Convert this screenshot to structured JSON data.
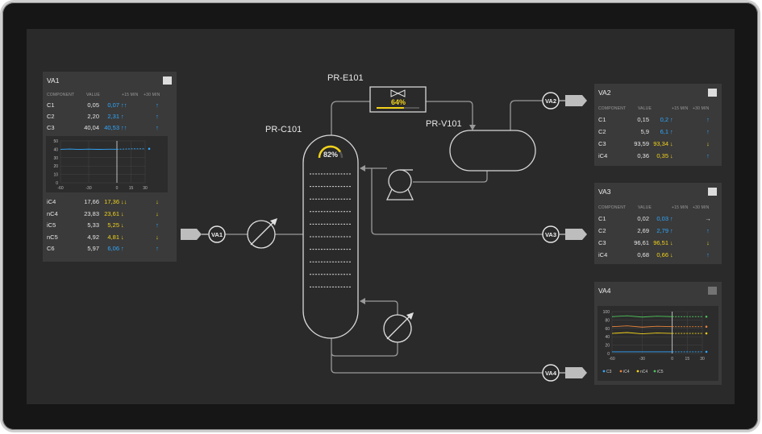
{
  "equipment": {
    "column": "PR-C101",
    "exchanger": "PR-E101",
    "vessel": "PR-V101",
    "column_level": "82%",
    "exchanger_level": "64%"
  },
  "analyzers": [
    "VA1",
    "VA2",
    "VA3",
    "VA4"
  ],
  "colors": {
    "blue": "#2fa8ff",
    "yellow": "#f2d21b",
    "green": "#4cc35a",
    "orange": "#e8823a"
  },
  "va1": {
    "title": "VA1",
    "headers": {
      "component": "COMPONENT",
      "value": "VALUE",
      "p15": "+15 MIN",
      "p30": "+30 MIN"
    },
    "rows_top": [
      {
        "name": "C1",
        "value": "0,05",
        "p15": "0,07",
        "a15": "↑↑",
        "a30": "↑",
        "c15": "blue",
        "c30": "blue"
      },
      {
        "name": "C2",
        "value": "2,20",
        "p15": "2,31",
        "a15": "↑",
        "a30": "↑",
        "c15": "blue",
        "c30": "blue"
      },
      {
        "name": "C3",
        "value": "40,04",
        "p15": "40,53",
        "a15": "↑↑",
        "a30": "↑",
        "c15": "blue",
        "c30": "blue"
      }
    ],
    "chart": {
      "yticks": [
        "50",
        "40",
        "30",
        "20",
        "10",
        "0"
      ],
      "xticks": [
        "-60",
        "-30",
        "0",
        "15",
        "30"
      ]
    },
    "rows_bottom": [
      {
        "name": "iC4",
        "value": "17,66",
        "p15": "17,36",
        "a15": "↓↓",
        "a30": "↓",
        "c15": "yellow",
        "c30": "yellow"
      },
      {
        "name": "nC4",
        "value": "23,83",
        "p15": "23,61",
        "a15": "↓",
        "a30": "↓",
        "c15": "yellow",
        "c30": "yellow"
      },
      {
        "name": "iC5",
        "value": "5,33",
        "p15": "5,25",
        "a15": "↓",
        "a30": "↑",
        "c15": "yellow",
        "c30": "blue"
      },
      {
        "name": "nC5",
        "value": "4,92",
        "p15": "4,81",
        "a15": "↓",
        "a30": "↓",
        "c15": "yellow",
        "c30": "yellow"
      },
      {
        "name": "C6",
        "value": "5,97",
        "p15": "6,06",
        "a15": "↑",
        "a30": "↑",
        "c15": "blue",
        "c30": "blue"
      }
    ]
  },
  "va2": {
    "title": "VA2",
    "headers": {
      "component": "COMPONENT",
      "value": "VALUE",
      "p15": "+15 MIN",
      "p30": "+30 MIN"
    },
    "rows": [
      {
        "name": "C1",
        "value": "0,15",
        "p15": "0,2",
        "a15": "↑",
        "a30": "↑",
        "c15": "blue",
        "c30": "blue"
      },
      {
        "name": "C2",
        "value": "5,9",
        "p15": "6,1",
        "a15": "↑",
        "a30": "↑",
        "c15": "blue",
        "c30": "blue"
      },
      {
        "name": "C3",
        "value": "93,59",
        "p15": "93,34",
        "a15": "↓",
        "a30": "↓",
        "c15": "yellow",
        "c30": "yellow"
      },
      {
        "name": "iC4",
        "value": "0,36",
        "p15": "0,35",
        "a15": "↓",
        "a30": "↑",
        "c15": "yellow",
        "c30": "blue"
      }
    ]
  },
  "va3": {
    "title": "VA3",
    "headers": {
      "component": "COMPONENT",
      "value": "VALUE",
      "p15": "+15 MIN",
      "p30": "+30 MIN"
    },
    "rows": [
      {
        "name": "C1",
        "value": "0,02",
        "p15": "0,03",
        "a15": "↑",
        "a30": "→",
        "c15": "blue",
        "c30": "white"
      },
      {
        "name": "C2",
        "value": "2,69",
        "p15": "2,79",
        "a15": "↑",
        "a30": "↑",
        "c15": "blue",
        "c30": "blue"
      },
      {
        "name": "C3",
        "value": "96,61",
        "p15": "96,51",
        "a15": "↓",
        "a30": "↓",
        "c15": "yellow",
        "c30": "yellow"
      },
      {
        "name": "iC4",
        "value": "0,68",
        "p15": "0,66",
        "a15": "↓",
        "a30": "↑",
        "c15": "yellow",
        "c30": "blue"
      }
    ]
  },
  "va4": {
    "title": "VA4",
    "chart": {
      "yticks": [
        "100",
        "80",
        "60",
        "40",
        "20",
        "0"
      ],
      "xticks": [
        "-60",
        "-30",
        "0",
        "15",
        "30"
      ],
      "legend": [
        "C3",
        "iC4",
        "nC4",
        "iC5"
      ]
    }
  },
  "chart_data": [
    {
      "type": "line",
      "title": "VA1",
      "x": [
        -60,
        -50,
        -40,
        -30,
        -20,
        -10,
        0,
        15,
        30
      ],
      "series": [
        {
          "values": [
            40,
            40.3,
            39.8,
            40.2,
            39.9,
            40.1,
            40.04,
            40.53,
            40.6
          ]
        }
      ],
      "xlim": [
        -60,
        30
      ],
      "ylim": [
        0,
        50
      ],
      "grid": true
    },
    {
      "type": "line",
      "title": "VA4",
      "x": [
        -60,
        -45,
        -30,
        -15,
        0,
        15,
        30
      ],
      "series": [
        {
          "name": "C3",
          "values": [
            4,
            4,
            4,
            4,
            4,
            4,
            4
          ]
        },
        {
          "name": "iC4",
          "values": [
            64,
            66,
            63,
            65,
            64,
            64,
            64
          ]
        },
        {
          "name": "nC4",
          "values": [
            48,
            50,
            47,
            49,
            48,
            48,
            48
          ]
        },
        {
          "name": "iC5",
          "values": [
            88,
            90,
            87,
            89,
            88,
            88,
            88
          ]
        }
      ],
      "xlim": [
        -60,
        30
      ],
      "ylim": [
        0,
        100
      ],
      "grid": true,
      "legend": "bottom"
    }
  ]
}
